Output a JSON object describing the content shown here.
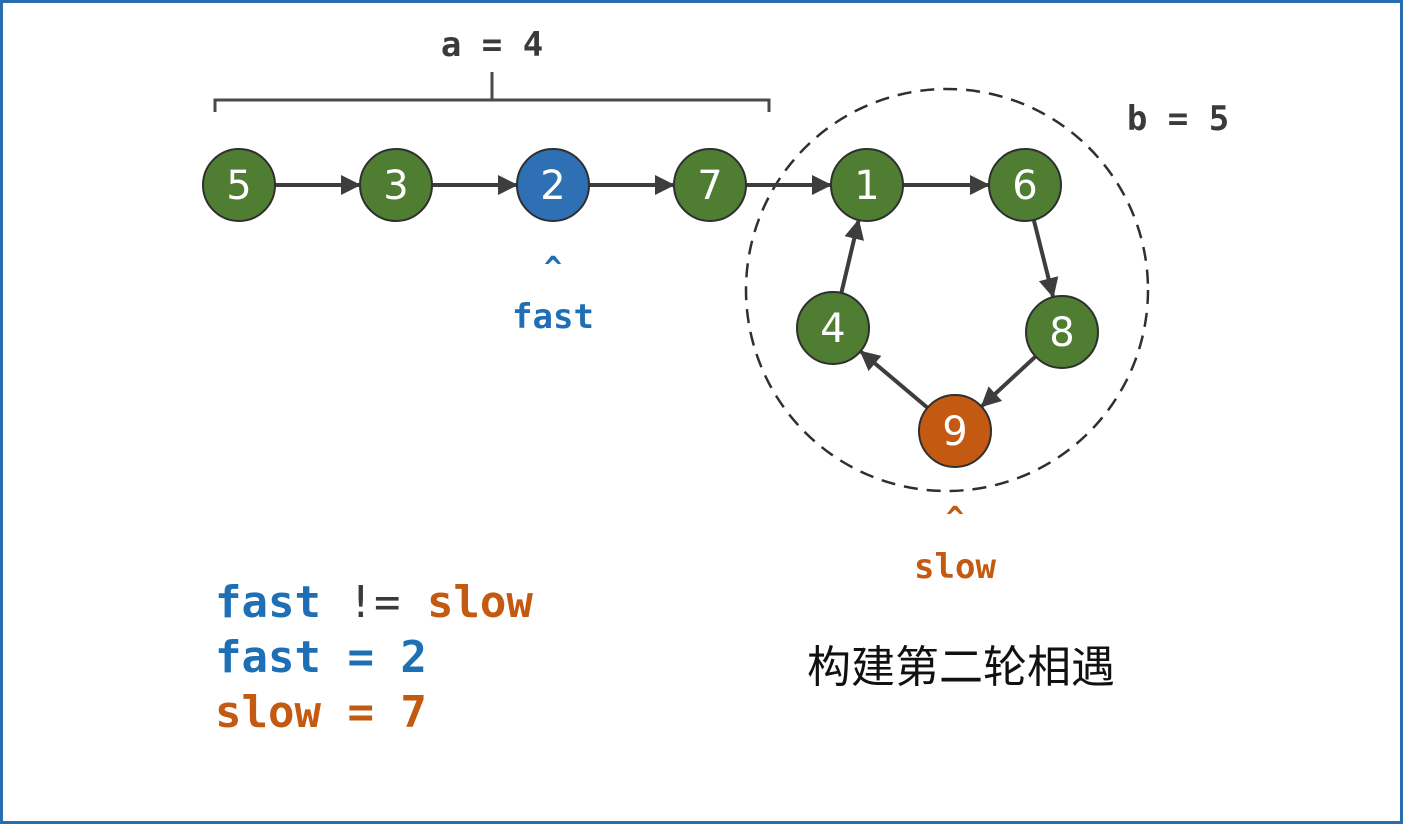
{
  "colors": {
    "node_default": "#4f7d32",
    "node_fast": "#2e70b3",
    "node_slow": "#c45a12",
    "node_stroke": "#2f2f2f",
    "edge": "#3d3d3d",
    "fast_text": "#1f6fb5",
    "slow_text": "#c45a12",
    "label_text": "#3a3a3a",
    "frame_border": "#2a6eb0"
  },
  "linked_list": {
    "nodes": [
      {
        "id": "n5",
        "value": "5",
        "state": "default"
      },
      {
        "id": "n3",
        "value": "3",
        "state": "default"
      },
      {
        "id": "n2",
        "value": "2",
        "state": "fast"
      },
      {
        "id": "n7",
        "value": "7",
        "state": "default"
      },
      {
        "id": "n1",
        "value": "1",
        "state": "default"
      },
      {
        "id": "n6",
        "value": "6",
        "state": "default"
      },
      {
        "id": "n8",
        "value": "8",
        "state": "default"
      },
      {
        "id": "n9",
        "value": "9",
        "state": "slow"
      },
      {
        "id": "n4",
        "value": "4",
        "state": "default"
      }
    ],
    "edges": [
      [
        "n5",
        "n3"
      ],
      [
        "n3",
        "n2"
      ],
      [
        "n2",
        "n7"
      ],
      [
        "n7",
        "n1"
      ],
      [
        "n1",
        "n6"
      ],
      [
        "n6",
        "n8"
      ],
      [
        "n8",
        "n9"
      ],
      [
        "n9",
        "n4"
      ],
      [
        "n4",
        "n1"
      ]
    ]
  },
  "labels": {
    "a_length": "a = 4",
    "b_length": "b = 5",
    "fast_caret": "^",
    "fast_pointer": "fast",
    "slow_caret": "^",
    "slow_pointer": "slow"
  },
  "status": {
    "line1": {
      "left": "fast",
      "op": " != ",
      "right": "slow"
    },
    "line2": "fast = 2",
    "line3": "slow = 7"
  },
  "caption": "构建第二轮相遇"
}
